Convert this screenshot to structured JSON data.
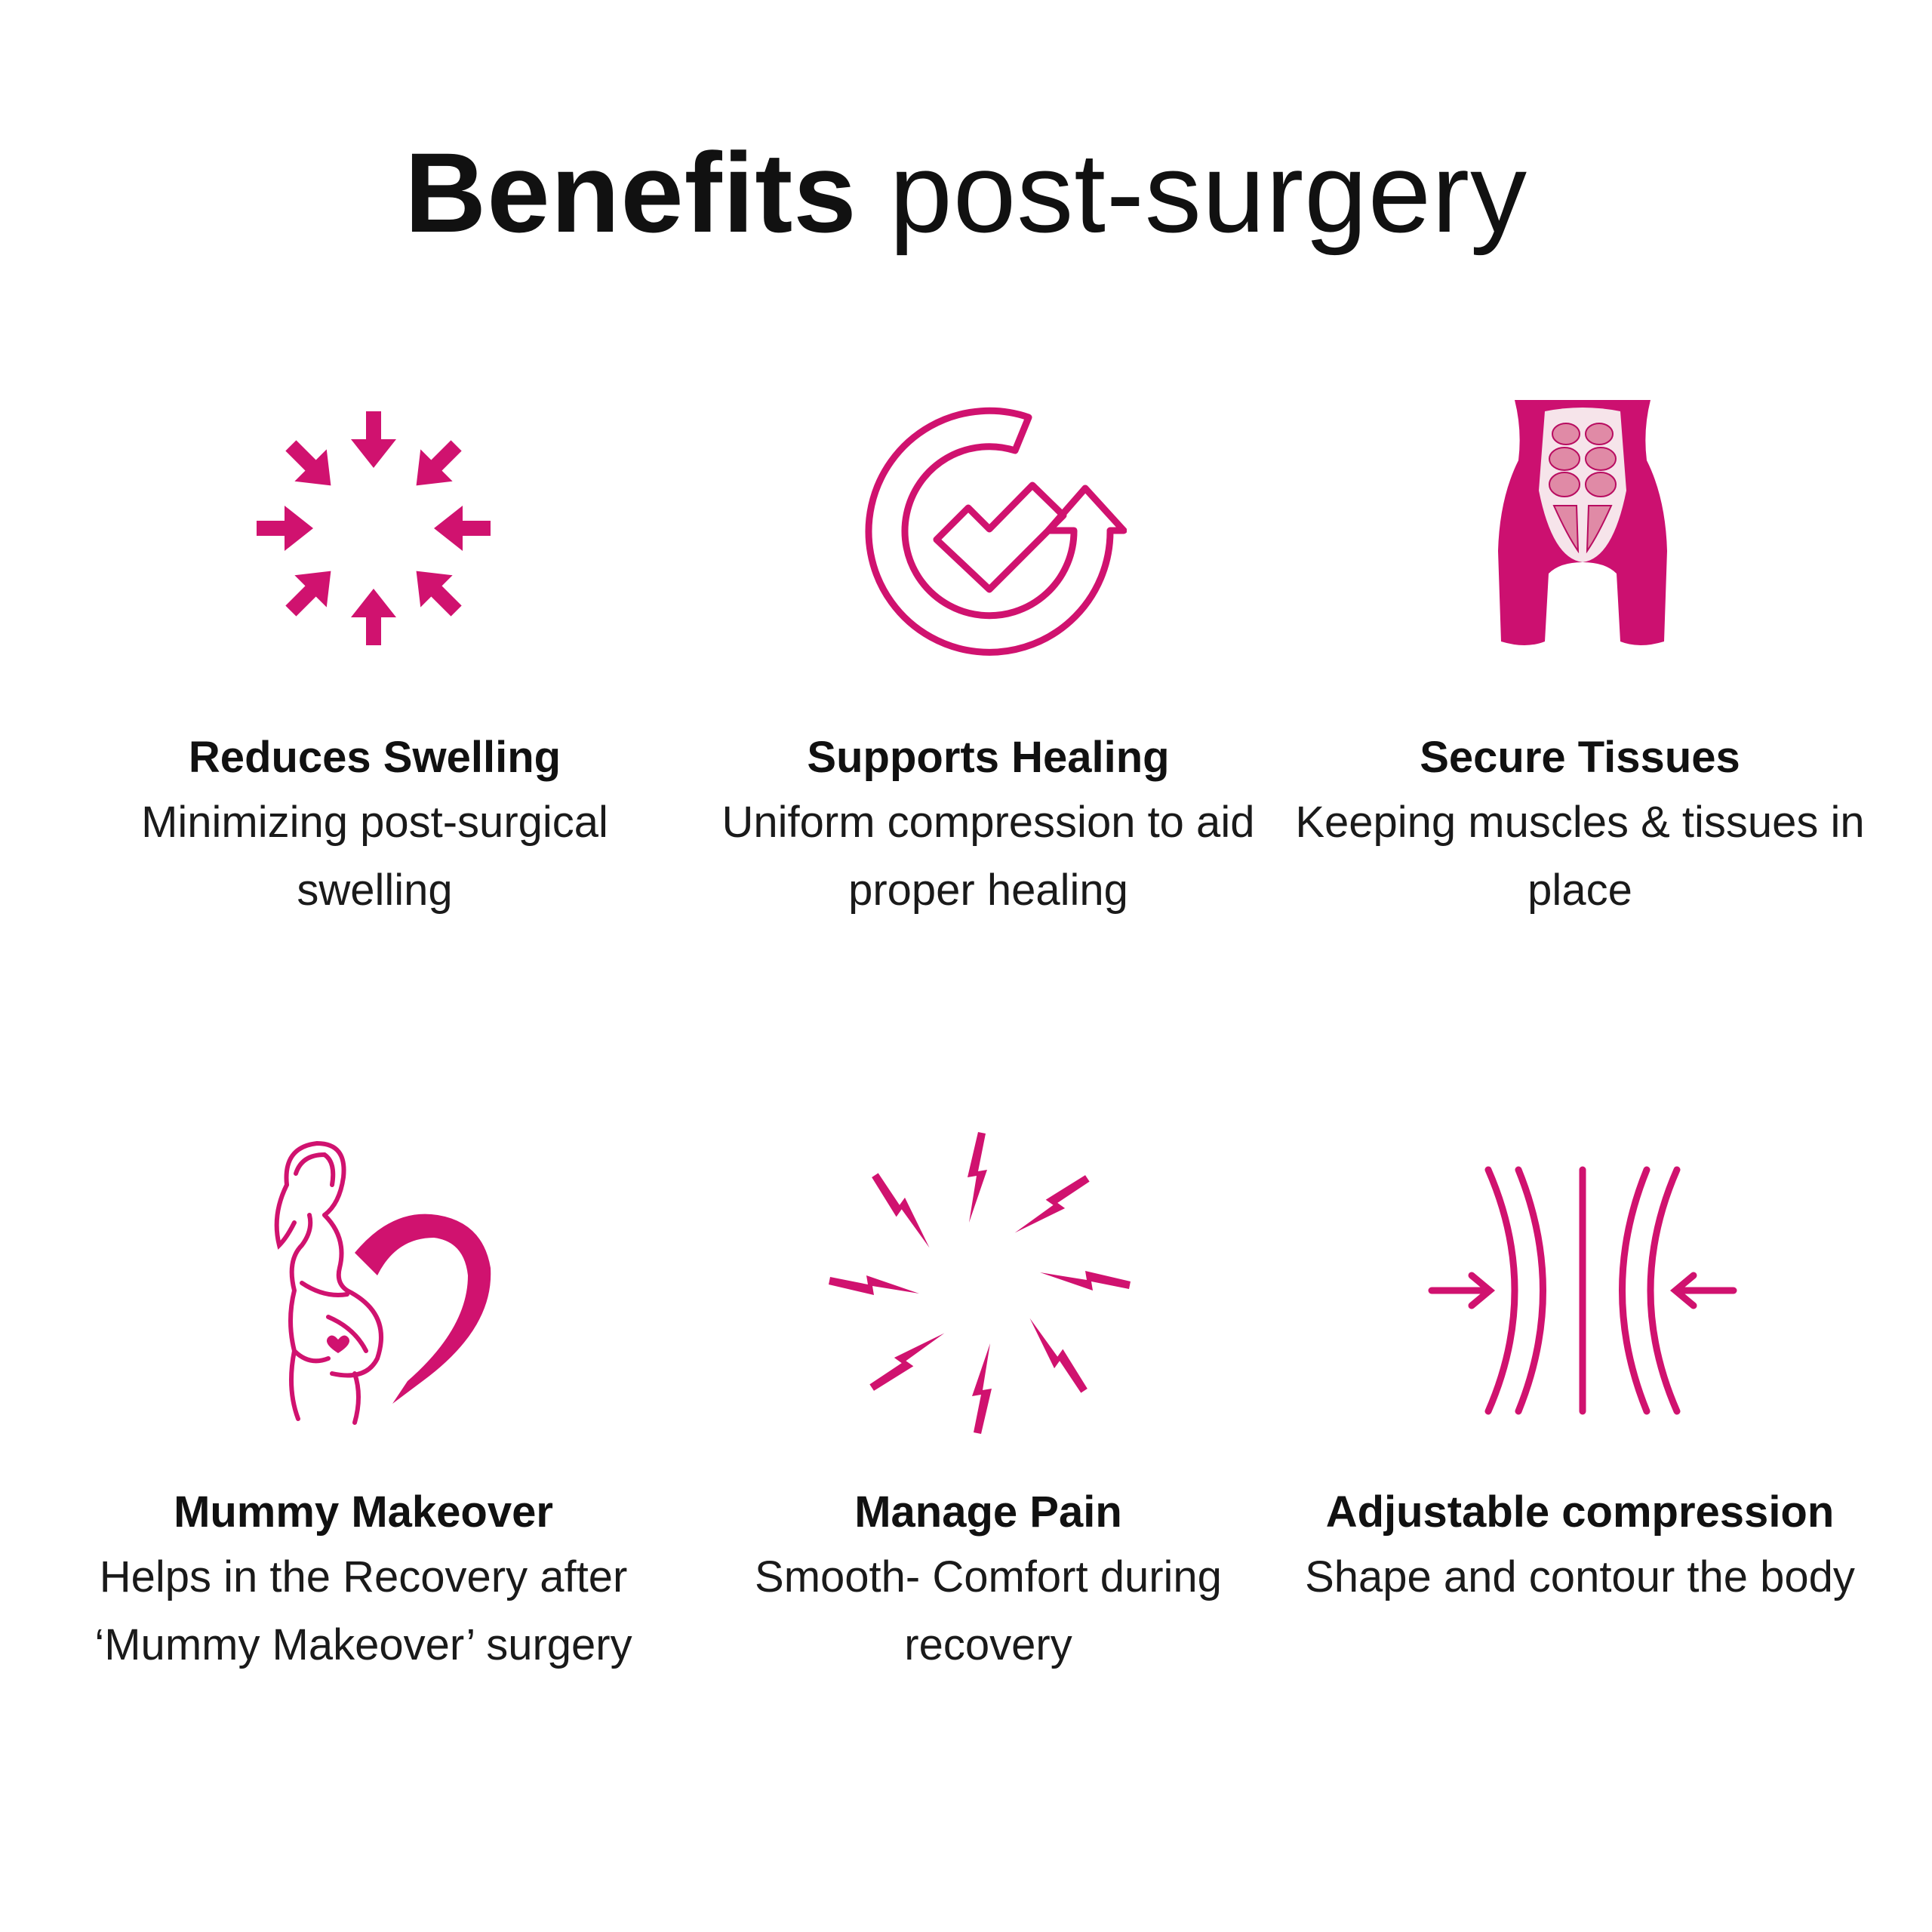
{
  "title": {
    "bold": "Benefits",
    "light": "post-surgery"
  },
  "accent_color": "#d0126f",
  "benefits": [
    {
      "icon": "compress-arrows-icon",
      "heading": "Reduces Swelling",
      "desc": "Minimizing post-surgical swelling"
    },
    {
      "icon": "circular-check-icon",
      "heading": "Supports Healing",
      "desc": "Uniform compression to aid proper healing"
    },
    {
      "icon": "body-shapewear-icon",
      "heading": "Secure Tissues",
      "desc": "Keeping muscles & tissues in place"
    },
    {
      "icon": "pregnant-woman-heart-icon",
      "heading": "Mummy Makeover",
      "desc": "Helps in the Recovery after ‘Mummy Makeover’ surgery"
    },
    {
      "icon": "pain-lightning-icon",
      "heading": "Manage Pain",
      "desc": "Smooth- Comfort during recovery"
    },
    {
      "icon": "compression-lines-icon",
      "heading": "Adjustable compression",
      "desc": "Shape and contour the body"
    }
  ]
}
